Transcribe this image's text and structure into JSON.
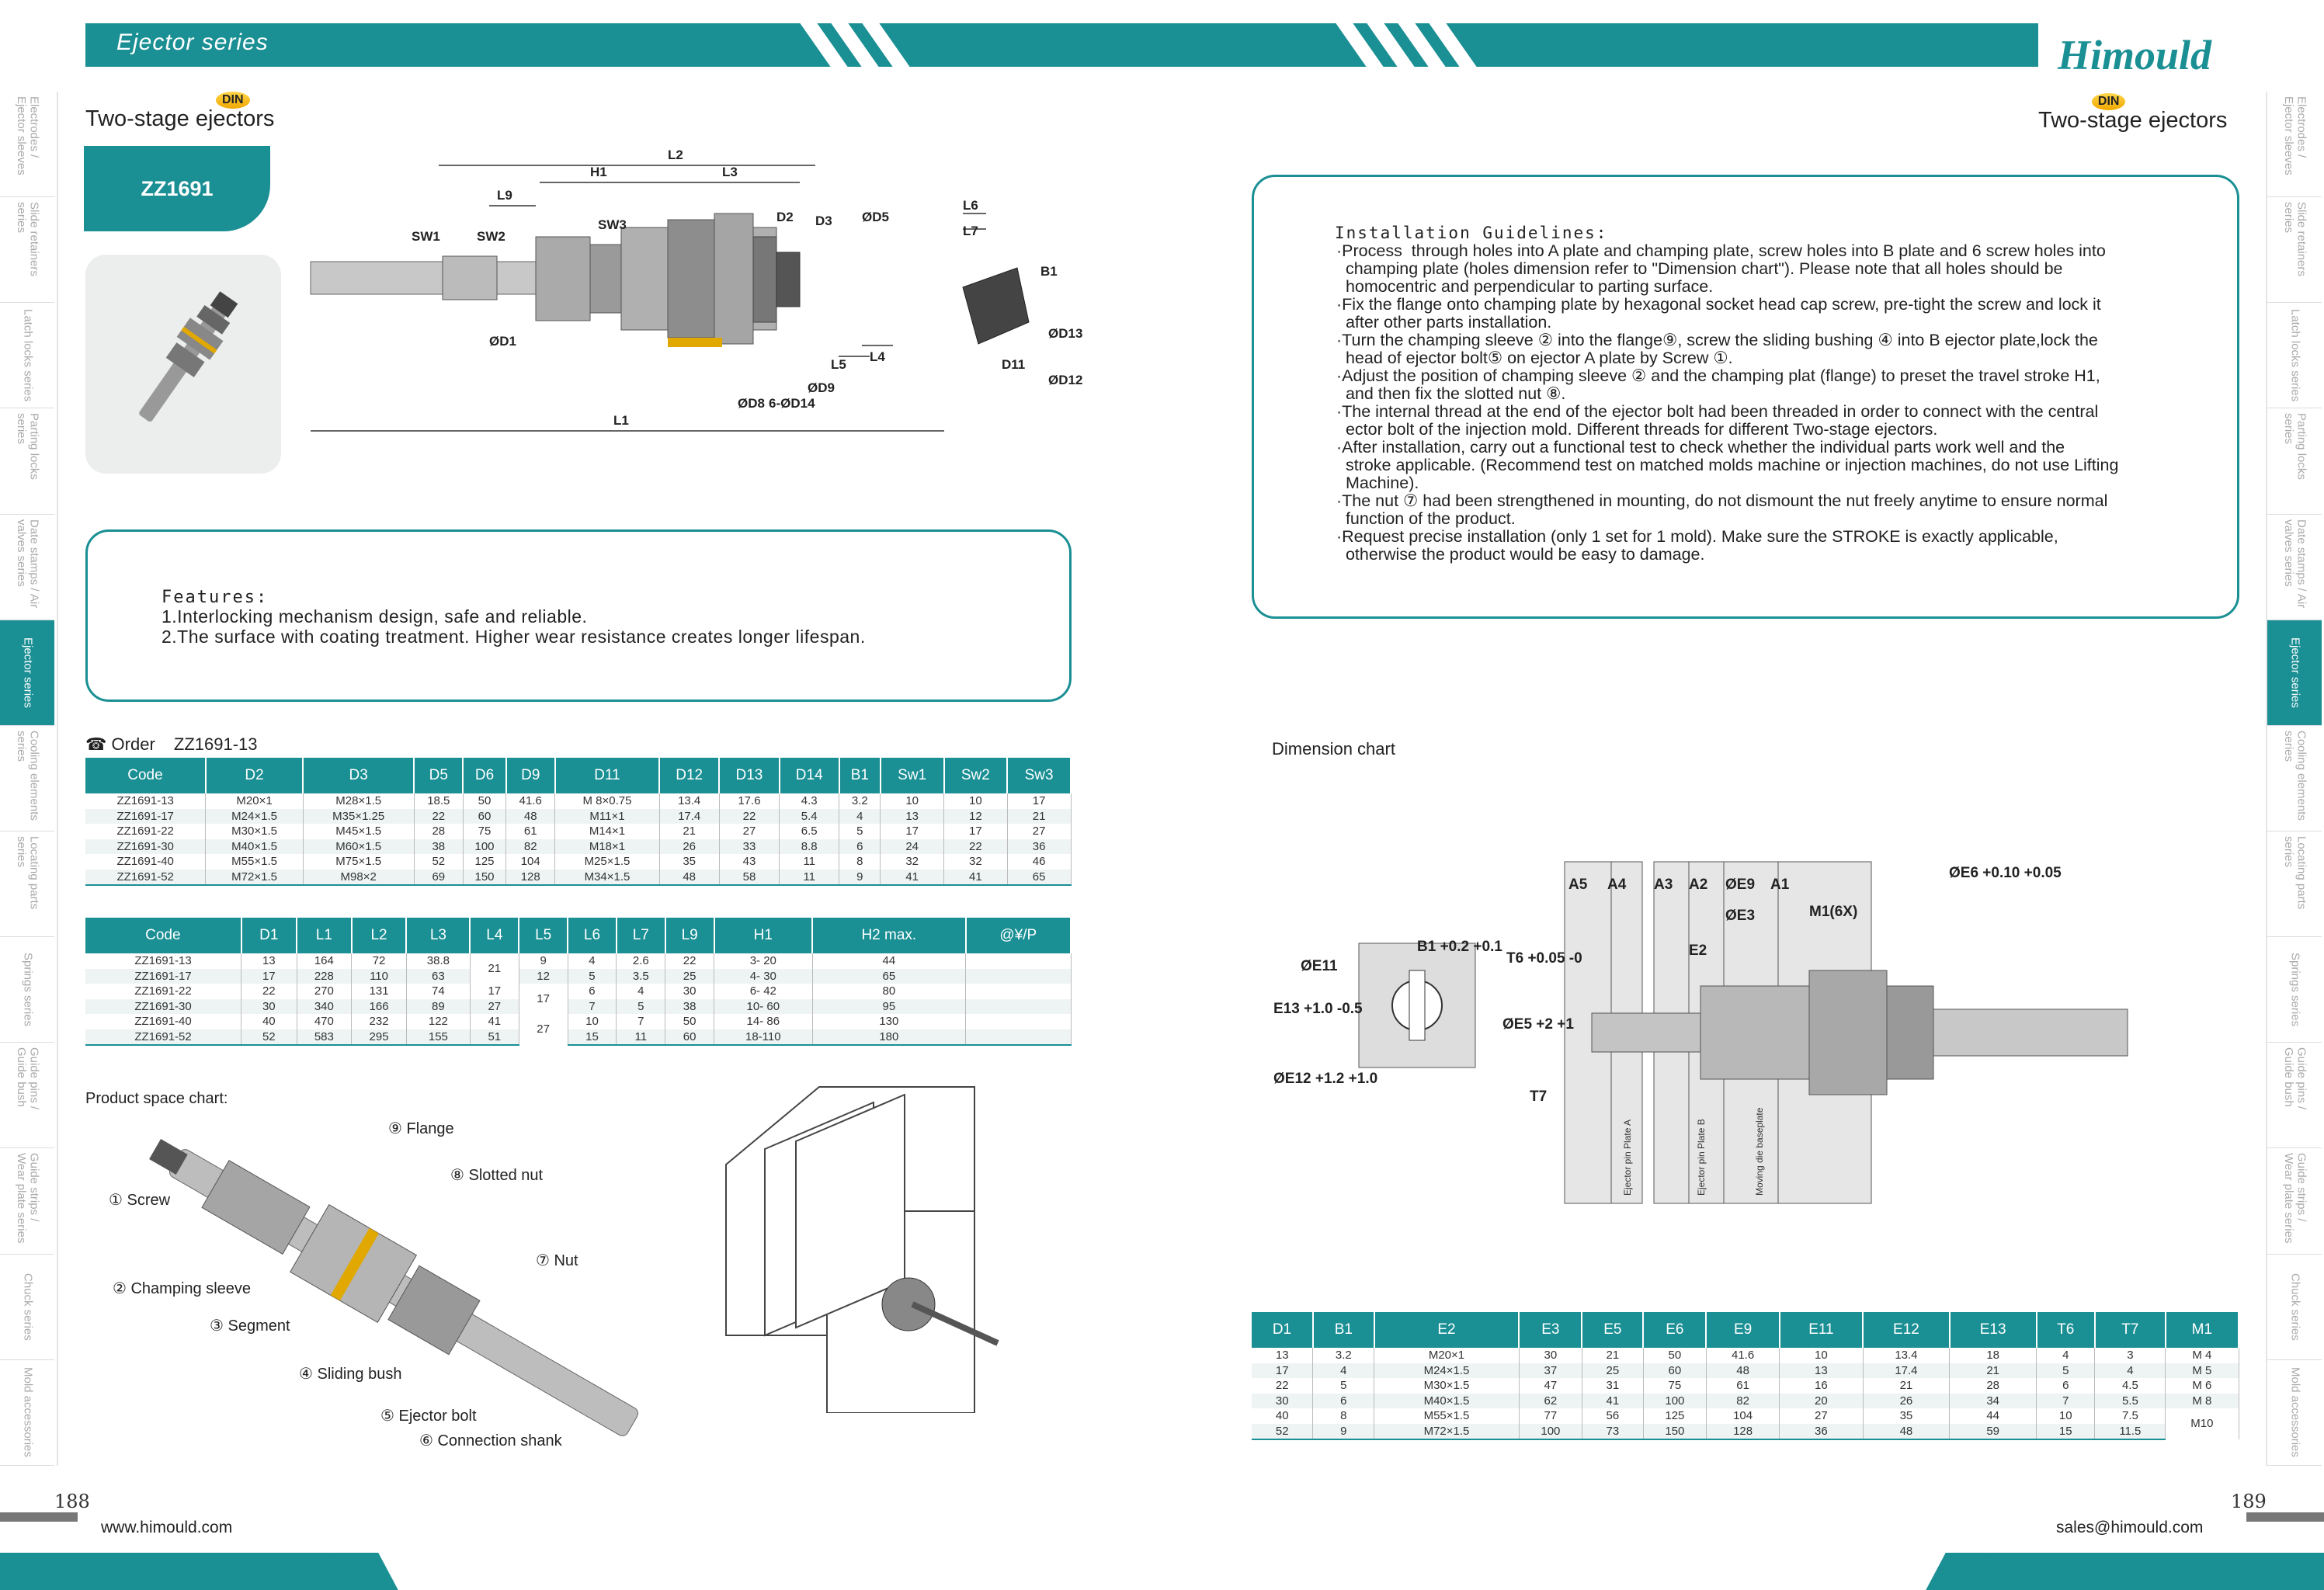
{
  "header": {
    "series_title": "Ejector series",
    "brand": "Himould"
  },
  "left_page": {
    "din_badge": "DIN",
    "product_title": "Two-stage ejectors",
    "model": "ZZ1691",
    "features_heading": "Features:",
    "features": [
      "1.Interlocking mechanism design, safe and reliable.",
      "2.The surface with coating treatment. Higher wear resistance creates longer lifespan."
    ],
    "order_label": "Order",
    "order_code": "ZZ1691-13",
    "product_space_label": "Product space chart:",
    "page_number": "188",
    "website": "www.himould.com"
  },
  "right_page": {
    "din_badge": "DIN",
    "product_title": "Two-stage ejectors",
    "install_heading": "Installation Guidelines:",
    "install_lines": [
      "·Process  through holes into A plate and champing plate, screw holes into B plate and 6 screw holes into",
      "  champing plate (holes dimension refer to \"Dimension chart\"). Please note that all holes should be",
      "  homocentric and perpendicular to parting surface.",
      "·Fix the flange onto champing plate by hexagonal socket head cap screw, pre-tight the screw and lock it",
      "  after other parts installation.",
      "·Turn the champing sleeve ② into the flange⑨, screw the sliding bushing ④ into B ejector plate,lock the",
      "  head of ejector bolt⑤ on ejector A plate by Screw ①.",
      "·Adjust the position of champing sleeve ② and the champing plat (flange) to preset the travel stroke H1,",
      "  and then fix the slotted nut ⑧.",
      "·The internal thread at the end of the ejector bolt had been threaded in order to connect with the central",
      "  ector bolt of the injection mold. Different threads for different Two-stage ejectors.",
      "·After installation, carry out a functional test to check whether the individual parts work well and the",
      "  stroke applicable. (Recommend test on matched molds machine or injection machines, do not use Lifting",
      "  Machine).",
      "·The nut ⑦ had been strengthened in mounting, do not dismount the nut freely anytime to ensure normal",
      "  function of the product.",
      "·Request precise installation (only 1 set for 1 mold). Make sure the STROKE is exactly applicable,",
      "  otherwise the product would be easy to damage."
    ],
    "dimension_chart_label": "Dimension chart",
    "page_number": "189",
    "email": "sales@himould.com"
  },
  "side_tabs": [
    "Electrodes / Ejector sleeves",
    "Slide retainers series",
    "Latch locks series",
    "Parting locks series",
    "Date stamps / Air valves series",
    "Ejector series",
    "Cooling elements series",
    "Locating parts series",
    "Springs series",
    "Guide pins / Guide bush",
    "Guide strips / Wear plate series",
    "Chuck series",
    "Mold accessories"
  ],
  "drawing_labels": {
    "top": [
      "L2",
      "H1",
      "L3",
      "L9",
      "SW1",
      "SW2",
      "SW3",
      "D2",
      "D3",
      "ØD5",
      "L6",
      "L7",
      "B1",
      "ØD13",
      "ØD12",
      "ØD1",
      "ØD8",
      "6-ØD14",
      "ØD9",
      "L5",
      "L4",
      "L1",
      "D11"
    ],
    "dim_chart": [
      "A5",
      "A4",
      "A3",
      "A2",
      "ØE9",
      "A1",
      "ØE3",
      "M1(6X)",
      "ØE6 +0.10 +0.05",
      "E2",
      "ØE11",
      "B1 +0.2 +0.1",
      "T6 +0.05 -0",
      "E13 +1.0 -0.5",
      "ØE12 +1.2 +1.0",
      "ØE5 +2 +1",
      "T7",
      "Ejector pin Plate A",
      "Ejector pin Plate B",
      "Moving die baseplate"
    ],
    "parts": [
      "⑨ Flange",
      "⑧ Slotted nut",
      "① Screw",
      "⑦ Nut",
      "② Champing sleeve",
      "③ Segment",
      "④ Sliding bush",
      "⑤ Ejector bolt",
      "⑥ Connection shank"
    ]
  },
  "table1": {
    "headers": [
      "Code",
      "D2",
      "D3",
      "D5",
      "D6",
      "D9",
      "D11",
      "D12",
      "D13",
      "D14",
      "B1",
      "Sw1",
      "Sw2",
      "Sw3"
    ],
    "rows": [
      [
        "ZZ1691-13",
        "M20×1",
        "M28×1.5",
        "18.5",
        "50",
        "41.6",
        "M 8×0.75",
        "13.4",
        "17.6",
        "4.3",
        "3.2",
        "10",
        "10",
        "17"
      ],
      [
        "ZZ1691-17",
        "M24×1.5",
        "M35×1.25",
        "22",
        "60",
        "48",
        "M11×1",
        "17.4",
        "22",
        "5.4",
        "4",
        "13",
        "12",
        "21"
      ],
      [
        "ZZ1691-22",
        "M30×1.5",
        "M45×1.5",
        "28",
        "75",
        "61",
        "M14×1",
        "21",
        "27",
        "6.5",
        "5",
        "17",
        "17",
        "27"
      ],
      [
        "ZZ1691-30",
        "M40×1.5",
        "M60×1.5",
        "38",
        "100",
        "82",
        "M18×1",
        "26",
        "33",
        "8.8",
        "6",
        "24",
        "22",
        "36"
      ],
      [
        "ZZ1691-40",
        "M55×1.5",
        "M75×1.5",
        "52",
        "125",
        "104",
        "M25×1.5",
        "35",
        "43",
        "11",
        "8",
        "32",
        "32",
        "46"
      ],
      [
        "ZZ1691-52",
        "M72×1.5",
        "M98×2",
        "69",
        "150",
        "128",
        "M34×1.5",
        "48",
        "58",
        "11",
        "9",
        "41",
        "41",
        "65"
      ]
    ]
  },
  "table2": {
    "headers": [
      "Code",
      "D1",
      "L1",
      "L2",
      "L3",
      "L4",
      "L5",
      "L6",
      "L7",
      "L9",
      "H1",
      "H2 max.",
      "@¥/P"
    ],
    "codes": [
      "ZZ1691-13",
      "ZZ1691-17",
      "ZZ1691-22",
      "ZZ1691-30",
      "ZZ1691-40",
      "ZZ1691-52"
    ],
    "d1": [
      "13",
      "17",
      "22",
      "30",
      "40",
      "52"
    ],
    "l1": [
      "164",
      "228",
      "270",
      "340",
      "470",
      "583"
    ],
    "l2": [
      "72",
      "110",
      "131",
      "166",
      "232",
      "295"
    ],
    "l3": [
      "38.8",
      "63",
      "74",
      "89",
      "122",
      "155"
    ],
    "l4": [
      "21",
      "17",
      "27",
      "41",
      "51"
    ],
    "l5": [
      "9",
      "12",
      "17",
      "27"
    ],
    "l6": [
      "4",
      "5",
      "6",
      "7",
      "10",
      "15"
    ],
    "l7": [
      "2.6",
      "3.5",
      "4",
      "5",
      "7",
      "11"
    ],
    "l9": [
      "22",
      "25",
      "30",
      "38",
      "50",
      "60"
    ],
    "h1": [
      "3- 20",
      "4- 30",
      "6- 42",
      "10- 60",
      "14- 86",
      "18-110"
    ],
    "h2": [
      "44",
      "65",
      "80",
      "95",
      "130",
      "180"
    ]
  },
  "table3": {
    "headers": [
      "D1",
      "B1",
      "E2",
      "E3",
      "E5",
      "E6",
      "E9",
      "E11",
      "E12",
      "E13",
      "T6",
      "T7",
      "M1"
    ],
    "rows": [
      [
        "13",
        "3.2",
        "M20×1",
        "30",
        "21",
        "50",
        "41.6",
        "10",
        "13.4",
        "18",
        "4",
        "3",
        "M 4"
      ],
      [
        "17",
        "4",
        "M24×1.5",
        "37",
        "25",
        "60",
        "48",
        "13",
        "17.4",
        "21",
        "5",
        "4",
        "M 5"
      ],
      [
        "22",
        "5",
        "M30×1.5",
        "47",
        "31",
        "75",
        "61",
        "16",
        "21",
        "28",
        "6",
        "4.5",
        "M 6"
      ],
      [
        "30",
        "6",
        "M40×1.5",
        "62",
        "41",
        "100",
        "82",
        "20",
        "26",
        "34",
        "7",
        "5.5",
        "M 8"
      ],
      [
        "40",
        "8",
        "M55×1.5",
        "77",
        "56",
        "125",
        "104",
        "27",
        "35",
        "44",
        "10",
        "7.5",
        "M10"
      ],
      [
        "52",
        "9",
        "M72×1.5",
        "100",
        "73",
        "150",
        "128",
        "36",
        "48",
        "59",
        "15",
        "11.5",
        ""
      ]
    ]
  },
  "colors": {
    "accent": "#1a8f94",
    "din_gold": "#f0a800"
  }
}
